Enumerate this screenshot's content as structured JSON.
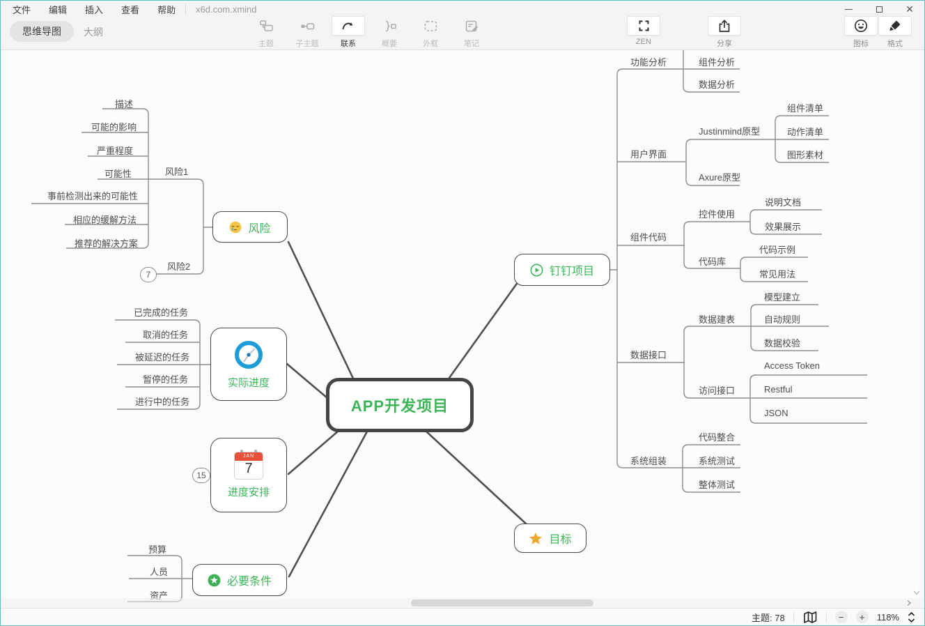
{
  "titlebar": {
    "menu": [
      "文件",
      "编辑",
      "插入",
      "查看",
      "帮助"
    ],
    "document_title": "x6d.com.xmind"
  },
  "view_tabs": {
    "mindmap": "思维导图",
    "outline": "大纲"
  },
  "toolbar": {
    "topic": "主题",
    "subtopic": "子主题",
    "relationship": "联系",
    "summary": "概要",
    "boundary": "外框",
    "note": "笔记",
    "zen": "ZEN",
    "share": "分享",
    "marker": "图标",
    "format": "格式"
  },
  "statusbar": {
    "topic_count": "主题: 78",
    "zoom_level": "118%"
  },
  "mindmap": {
    "central": "APP开发项目",
    "topics": {
      "dingding": "钉钉项目",
      "risk": "风险",
      "actual_progress": "实际进度",
      "schedule": "进度安排",
      "prerequisite": "必要条件",
      "goal": "目标"
    },
    "calendar_icon": {
      "month": "JAN",
      "day": "7"
    },
    "badges": {
      "risk2_children": "7",
      "schedule_children": "15"
    },
    "left": {
      "risk1": "风险1",
      "risk2": "风险2",
      "risk_desc": "描述",
      "risk_impact": "可能的影响",
      "risk_severity": "严重程度",
      "risk_probability": "可能性",
      "risk_detectability": "事前检测出来的可能性",
      "risk_mitigation": "相应的缓解方法",
      "risk_solution": "推荐的解决方案",
      "task_done": "已完成的任务",
      "task_cancelled": "取消的任务",
      "task_delayed": "被延迟的任务",
      "task_paused": "暂停的任务",
      "task_ongoing": "进行中的任务",
      "budget": "预算",
      "personnel": "人员",
      "asset": "资产"
    },
    "right": {
      "func_analysis": "功能分析",
      "comp_analysis": "组件分析",
      "data_analysis": "数据分析",
      "ui": "用户界面",
      "justinmind": "Justinmind原型",
      "comp_list": "组件清单",
      "action_list": "动作清单",
      "graphic_assets": "图形素材",
      "axure": "Axure原型",
      "comp_code": "组件代码",
      "control_usage": "控件使用",
      "usage_doc": "说明文档",
      "effect_show": "效果展示",
      "code_lib": "代码库",
      "code_sample": "代码示例",
      "common_usage": "常见用法",
      "data_api": "数据接口",
      "data_table": "数据建表",
      "model_build": "模型建立",
      "auto_rule": "自动规则",
      "data_check": "数据校验",
      "access_api": "访问接口",
      "access_token": "Access Token",
      "restful": "Restful",
      "json": "JSON",
      "sys_assembly": "系统组装",
      "code_merge": "代码整合",
      "sys_test": "系统测试",
      "whole_test": "整体测试"
    }
  }
}
